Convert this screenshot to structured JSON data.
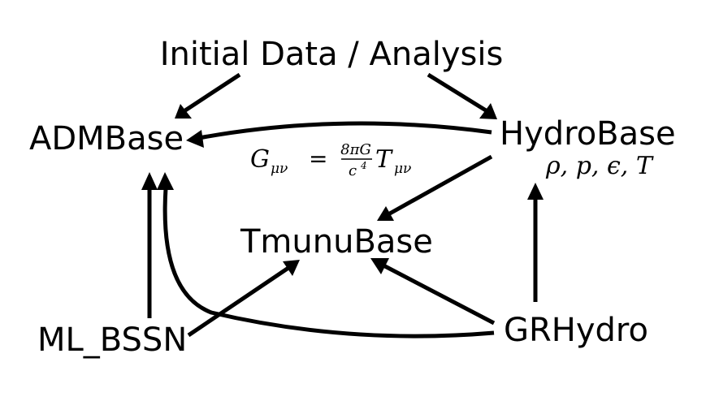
{
  "nodes": {
    "initial": "Initial Data / Analysis",
    "admbase": "ADMBase",
    "hydrobase": "HydroBase",
    "tmunubase": "TmunuBase",
    "mlbssn": "ML_BSSN",
    "grhydro": "GRHydro"
  },
  "annotations": {
    "einstein": {
      "G": "G",
      "G_sub": "μν",
      "equals": "=",
      "numerator": "8πG",
      "denominator": "c",
      "denominator_sup": "4",
      "T": "T",
      "T_sub": "μν"
    },
    "hydro_vars": "ρ, p, ϵ, T"
  }
}
